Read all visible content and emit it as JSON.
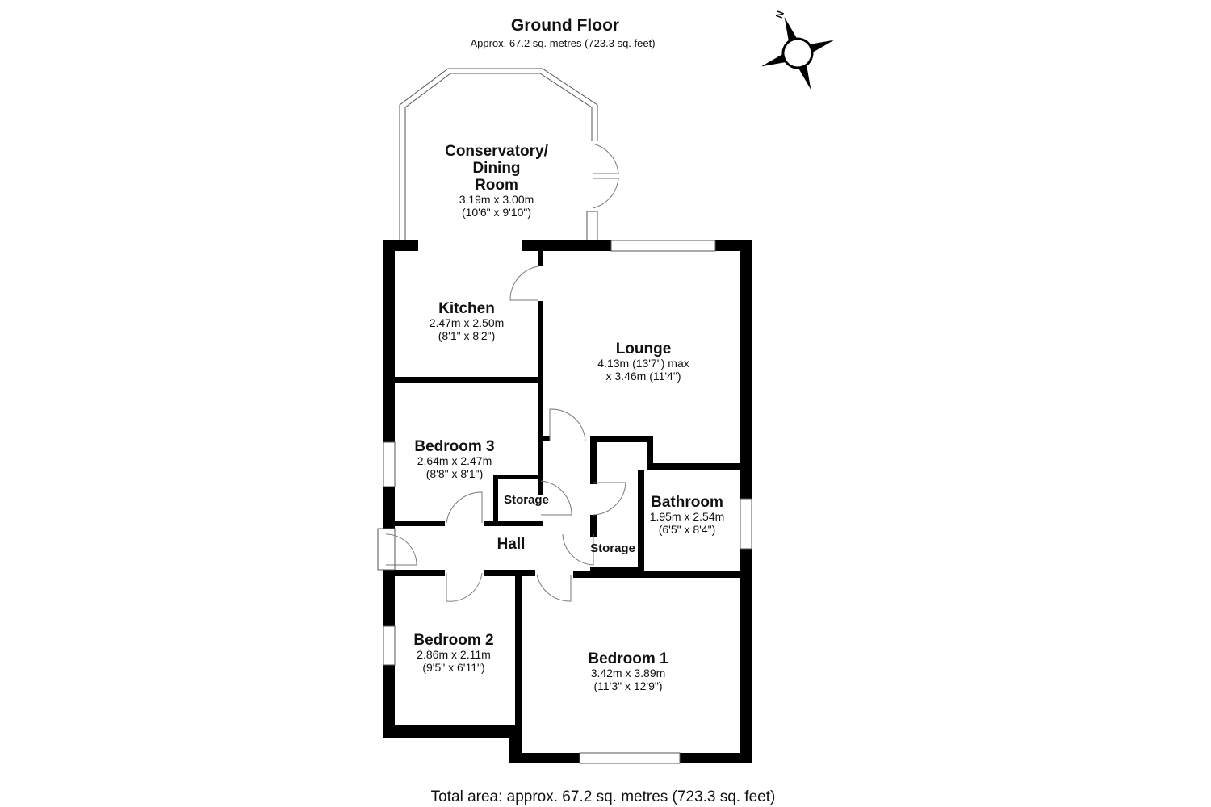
{
  "header": {
    "title": "Ground Floor",
    "subtitle": "Approx. 67.2 sq. metres (723.3 sq. feet)"
  },
  "compass": {
    "label": "N",
    "icon": "compass-icon"
  },
  "rooms": {
    "conservatory": {
      "name_line1": "Conservatory/",
      "name_line2": "Dining",
      "name_line3": "Room",
      "metric": "3.19m x 3.00m",
      "imperial": "(10'6\" x 9'10\")"
    },
    "kitchen": {
      "name": "Kitchen",
      "metric": "2.47m x 2.50m",
      "imperial": "(8'1\" x 8'2\")"
    },
    "lounge": {
      "name": "Lounge",
      "line1": "4.13m (13'7\") max",
      "line2": "x 3.46m (11'4\")"
    },
    "bedroom3": {
      "name": "Bedroom 3",
      "metric": "2.64m x 2.47m",
      "imperial": "(8'8\" x 8'1\")"
    },
    "storage_upper": {
      "name": "Storage"
    },
    "bathroom": {
      "name": "Bathroom",
      "metric": "1.95m x 2.54m",
      "imperial": "(6'5\" x 8'4\")"
    },
    "hall": {
      "name": "Hall"
    },
    "storage_lower": {
      "name": "Storage"
    },
    "bedroom2": {
      "name": "Bedroom 2",
      "metric": "2.86m x 2.11m",
      "imperial": "(9'5\" x 6'11\")"
    },
    "bedroom1": {
      "name": "Bedroom 1",
      "metric": "3.42m x 3.89m",
      "imperial": "(11'3\" x 12'9\")"
    }
  },
  "footer": {
    "total": "Total area: approx. 67.2 sq. metres (723.3 sq. feet)"
  },
  "colors": {
    "wall": "#000000",
    "background": "#ffffff",
    "text": "#111111"
  }
}
